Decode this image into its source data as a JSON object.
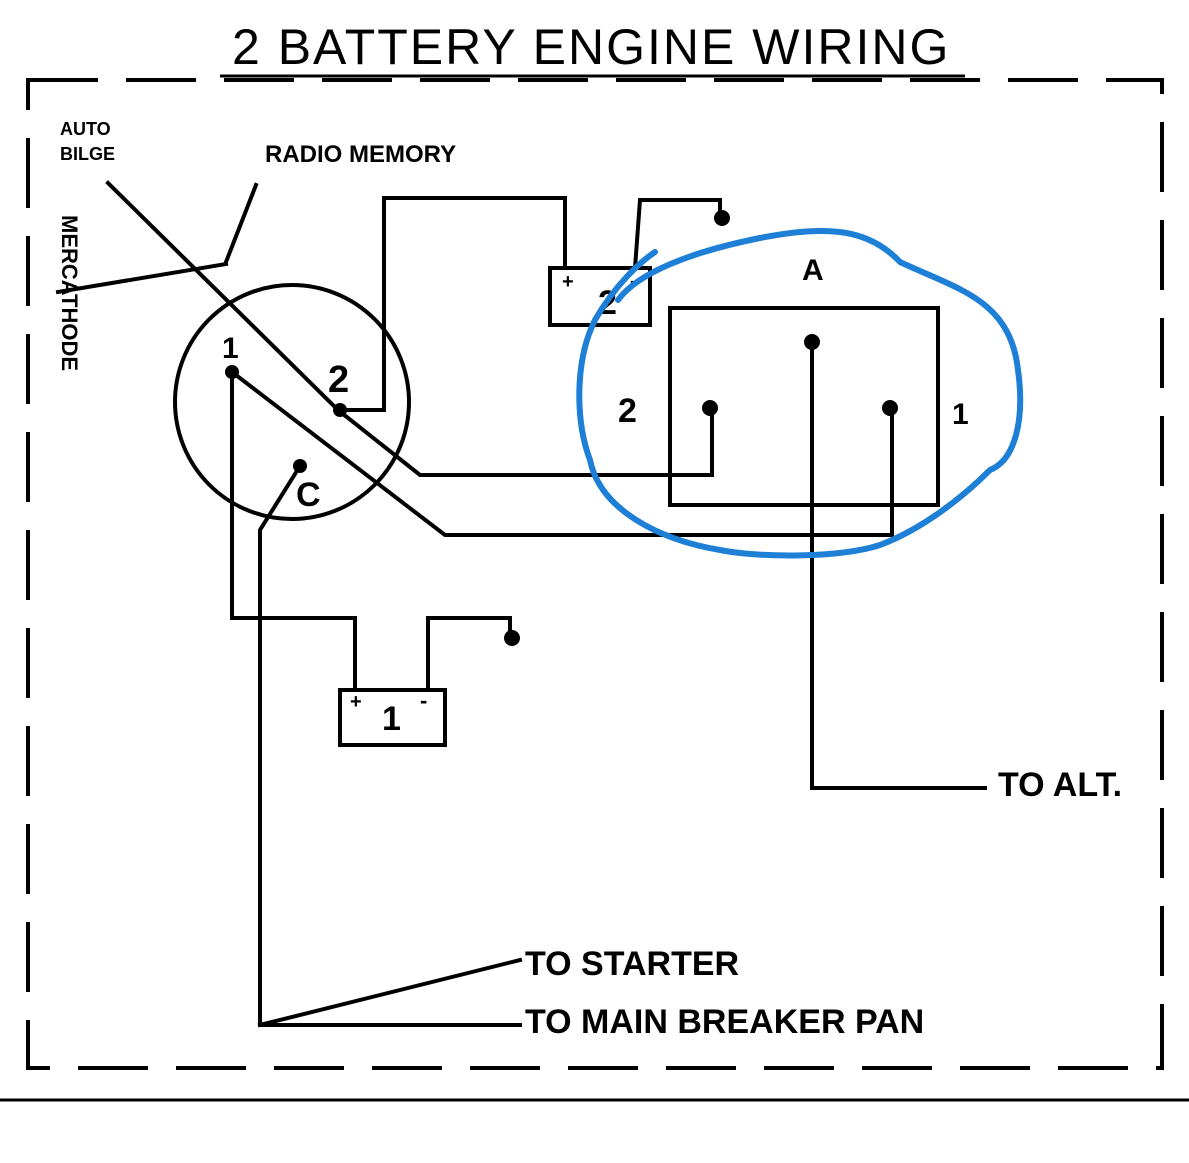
{
  "title": "2 BATTERY ENGINE WIRING",
  "labels": {
    "auto_bilge_line1": "AUTO",
    "auto_bilge_line2": "BILGE",
    "radio_memory": "RADIO MEMORY",
    "mercathode": "MERCATHODE",
    "switch_terminal_1": "1",
    "switch_terminal_2": "2",
    "switch_terminal_c": "C",
    "battery_1": "1",
    "battery_2": "2",
    "battery_plus": "+",
    "battery_minus": "-",
    "isolator_a": "A",
    "isolator_2": "2",
    "isolator_1": "1",
    "to_alt": "TO ALT.",
    "to_starter": "TO STARTER",
    "to_main_breaker_pan": "TO MAIN BREAKER PAN"
  },
  "colors": {
    "ink": "#000000",
    "annotation": "#1e7fd6",
    "background": "#ffffff"
  }
}
